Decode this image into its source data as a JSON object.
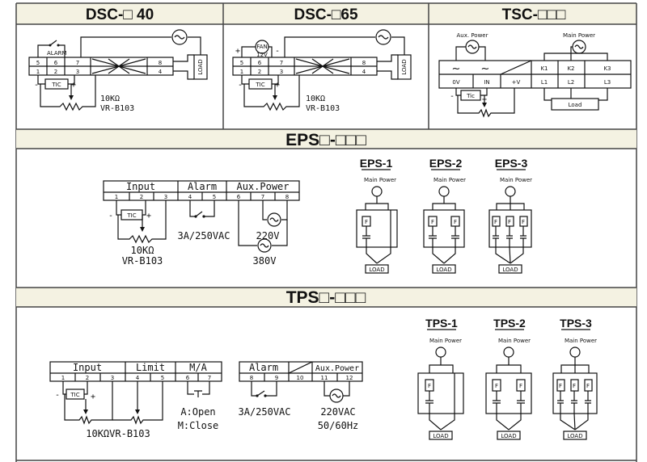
{
  "headers": {
    "dsc40": "DSC-□ 40",
    "dsc65": "DSC-□65",
    "tsc": "TSC-□□□",
    "eps": "EPS□-□□□",
    "tps": "TPS□-□□□"
  },
  "dsc40": {
    "terminals_top": [
      "5",
      "6",
      "7",
      "8"
    ],
    "terminals_bottom": [
      "1",
      "2",
      "3",
      "4"
    ],
    "alarm": "ALARM",
    "tic": "TIC",
    "load": "LOAD",
    "resistor": "10KΩ",
    "vr": "VR-B103"
  },
  "dsc65": {
    "terminals_top": [
      "5",
      "6",
      "7",
      "8"
    ],
    "terminals_bottom": [
      "1",
      "2",
      "3",
      "4"
    ],
    "fan": "FAN",
    "fan_voltage": "12V",
    "tic": "TIC",
    "load": "LOAD",
    "resistor": "10KΩ",
    "vr": "VR-B103"
  },
  "tsc": {
    "aux_power": "Aux. Power",
    "main_power": "Main Power",
    "terminals_top": [
      "K1",
      "K2",
      "K3"
    ],
    "terminals_bottom": [
      "0V",
      "IN",
      "+V",
      "L1",
      "L2",
      "L3"
    ],
    "tic": "Tic",
    "load": "Load"
  },
  "eps": {
    "groups": [
      "Input",
      "Alarm",
      "Aux.Power"
    ],
    "terminals": [
      "1",
      "2",
      "3",
      "4",
      "5",
      "6",
      "7",
      "8"
    ],
    "tic": "TIC",
    "resistor": "10KΩ",
    "vr": "VR-B103",
    "alarm_rating": "3A/250VAC",
    "v220": "220V",
    "v380": "380V",
    "variants": [
      {
        "title": "EPS-1",
        "main_power": "Main Power",
        "load": "LOAD"
      },
      {
        "title": "EPS-2",
        "main_power": "Main Power",
        "load": "LOAD"
      },
      {
        "title": "EPS-3",
        "main_power": "Main Power",
        "load": "LOAD"
      }
    ]
  },
  "tps": {
    "groups": [
      "Input",
      "Limit",
      "M/A",
      "Alarm",
      "Aux.Power"
    ],
    "terminals": [
      "1",
      "2",
      "3",
      "4",
      "5",
      "6",
      "7",
      "8",
      "9",
      "10",
      "11",
      "12"
    ],
    "tic": "TIC",
    "resistor_vr": "10KΩVR-B103",
    "open": "A:Open",
    "close": "M:Close",
    "alarm_rating": "3A/250VAC",
    "aux_voltage": "220VAC",
    "aux_freq": "50/60Hz",
    "variants": [
      {
        "title": "TPS-1",
        "main_power": "Main Power",
        "load": "LOAD"
      },
      {
        "title": "TPS-2",
        "main_power": "Main Power",
        "load": "LOAD"
      },
      {
        "title": "TPS-3",
        "main_power": "Main Power",
        "load": "LOAD"
      }
    ]
  }
}
